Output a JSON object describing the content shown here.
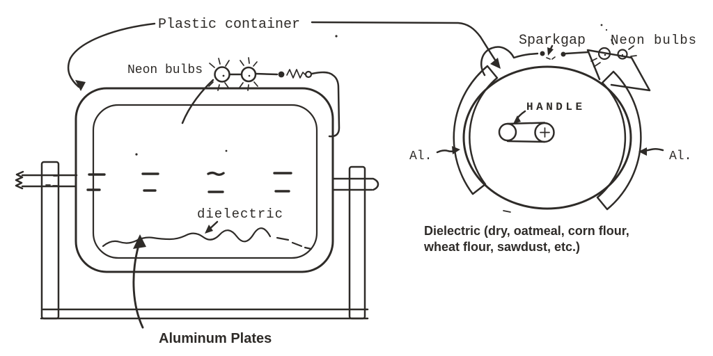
{
  "colors": {
    "ink": "#2e2b28",
    "paper": "#ffffff"
  },
  "left_figure": {
    "plastic_container_label": "Plastic container",
    "neon_bulbs_label": "Neon bulbs",
    "dielectric_label": "dielectric",
    "caption": "Aluminum Plates"
  },
  "right_figure": {
    "sparkgap_label": "Sparkgap",
    "neon_bulbs_label": "Neon bulbs",
    "handle_label": "HANDLE",
    "al_left_label": "Al.",
    "al_right_label": "Al.",
    "caption_line1": "Dielectric (dry, oatmeal, corn flour,",
    "caption_line2": "wheat flour, sawdust, etc.)"
  }
}
